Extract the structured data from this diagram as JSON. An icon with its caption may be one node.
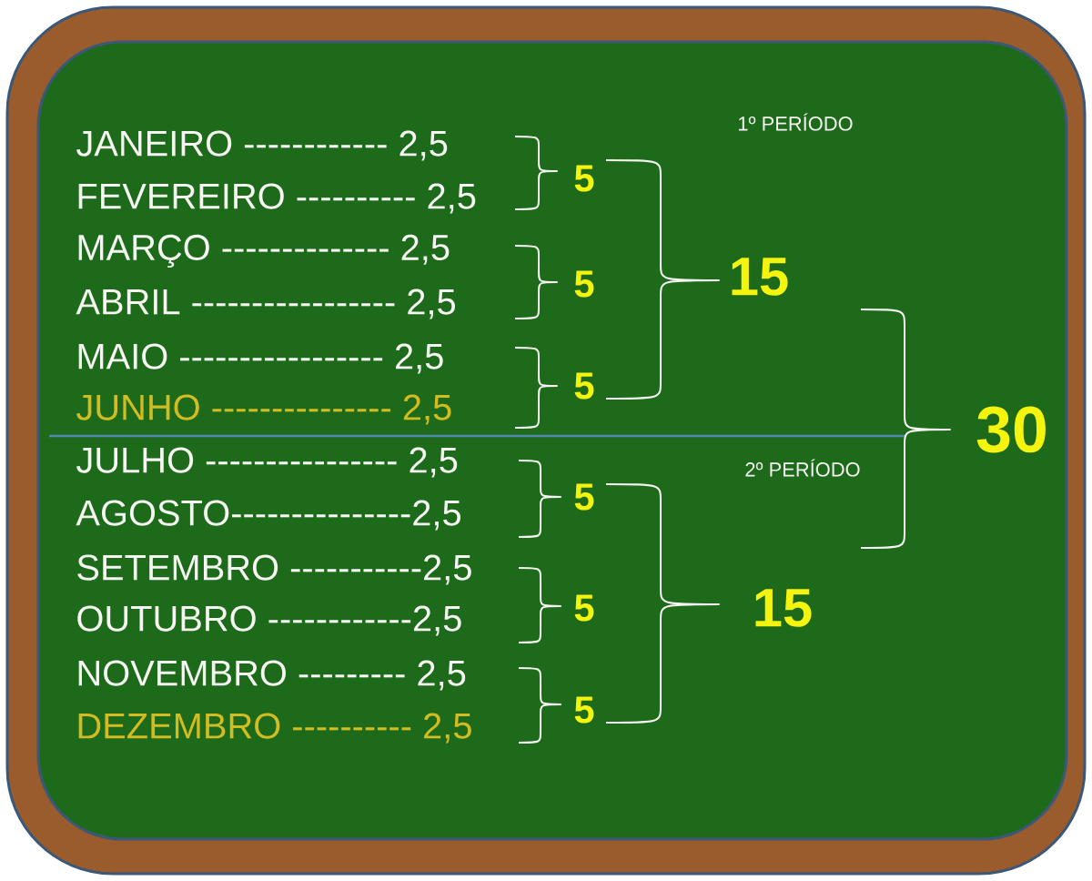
{
  "diagram": {
    "labels": [
      "1º PERÍODO",
      "JANEIRO ------------ 2,5",
      "FEVEREIRO ---------- 2,5",
      "MARÇO -------------- 2,5",
      "ABRIL ----------------- 2,5",
      "MAIO ----------------- 2,5",
      "JUNHO --------------- 2,5",
      "5",
      "5",
      "5",
      "15",
      "2º PERÍODO",
      "JULHO ---------------- 2,5",
      "AGOSTO---------------2,5",
      "SETEMBRO -----------2,5",
      "OUTUBRO ------------2,5",
      "NOVEMBRO --------- 2,5",
      "DEZEMBRO ---------- 2,5",
      "5",
      "5",
      "5",
      "15",
      "30"
    ]
  }
}
